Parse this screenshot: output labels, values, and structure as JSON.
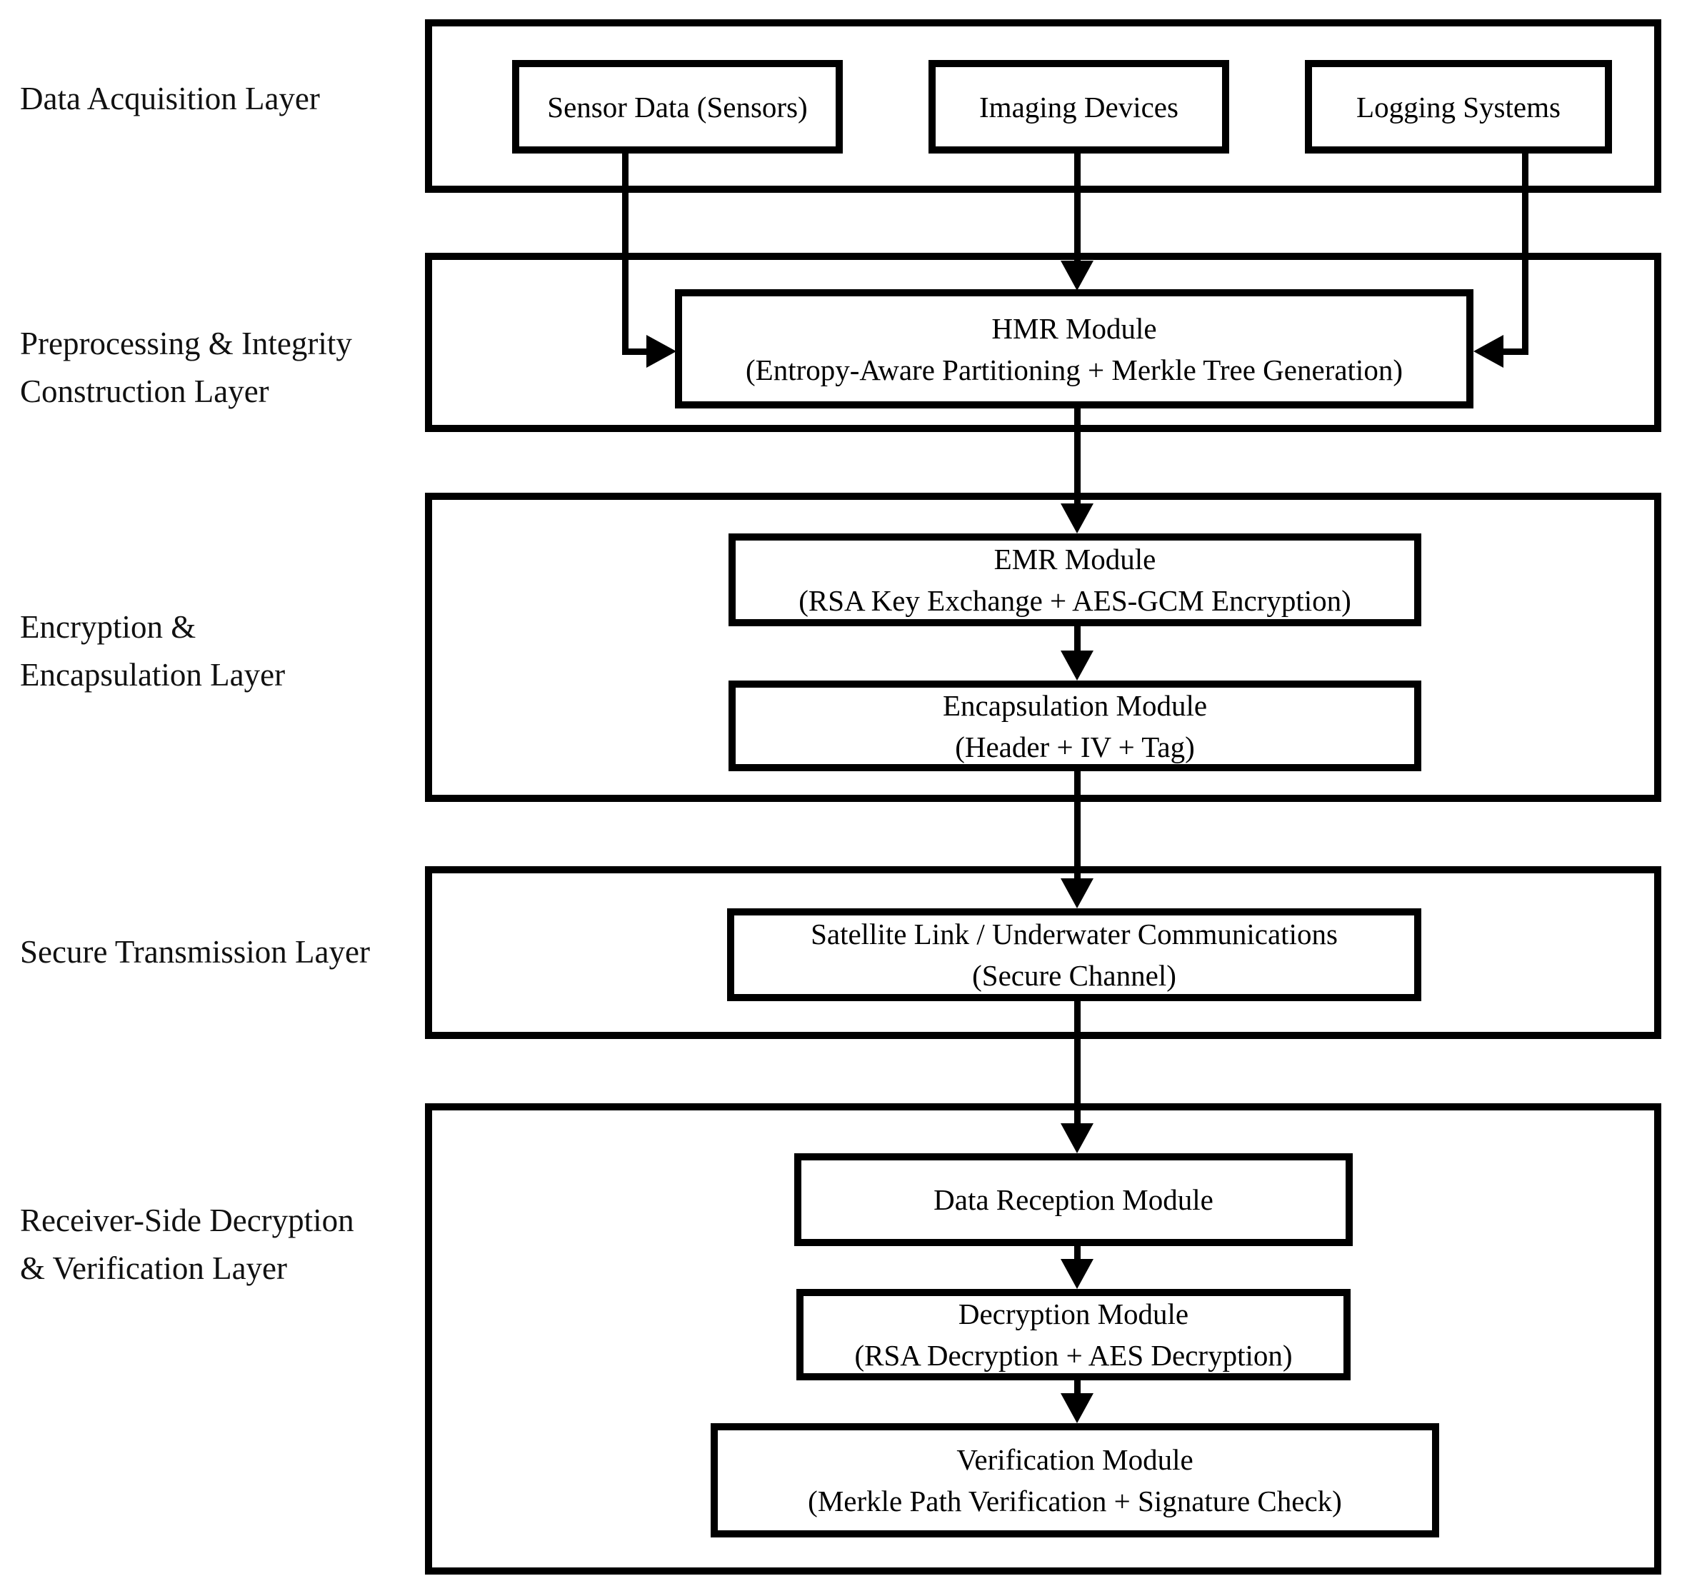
{
  "diagram_type": "layered-architecture-flowchart",
  "colors": {
    "line": "#000000",
    "background": "#ffffff",
    "text": "#000000"
  },
  "layer_labels": {
    "acquisition_line1": "Data Acquisition Layer",
    "preprocessing_line1": "Preprocessing & Integrity",
    "preprocessing_line2": "Construction Layer",
    "encryption_line1": "Encryption &",
    "encryption_line2": "Encapsulation Layer",
    "transmission_line1": "Secure Transmission Layer",
    "receiver_line1": "Receiver-Side Decryption",
    "receiver_line2": "& Verification Layer"
  },
  "nodes": {
    "sensor": {
      "title": "Sensor Data (Sensors)"
    },
    "imaging": {
      "title": "Imaging Devices"
    },
    "logging": {
      "title": "Logging Systems"
    },
    "hmr": {
      "title": "HMR Module",
      "subtitle": "(Entropy-Aware Partitioning + Merkle Tree Generation)"
    },
    "emr": {
      "title": "EMR Module",
      "subtitle": "(RSA Key Exchange + AES-GCM Encryption)"
    },
    "encapsulation": {
      "title": "Encapsulation Module",
      "subtitle": "(Header + IV + Tag)"
    },
    "satellite": {
      "title": "Satellite Link / Underwater Communications",
      "subtitle": "(Secure Channel)"
    },
    "reception": {
      "title": "Data Reception Module"
    },
    "decryption": {
      "title": "Decryption Module",
      "subtitle": "(RSA Decryption + AES Decryption)"
    },
    "verification": {
      "title": "Verification Module",
      "subtitle": "(Merkle Path Verification + Signature Check)"
    }
  }
}
